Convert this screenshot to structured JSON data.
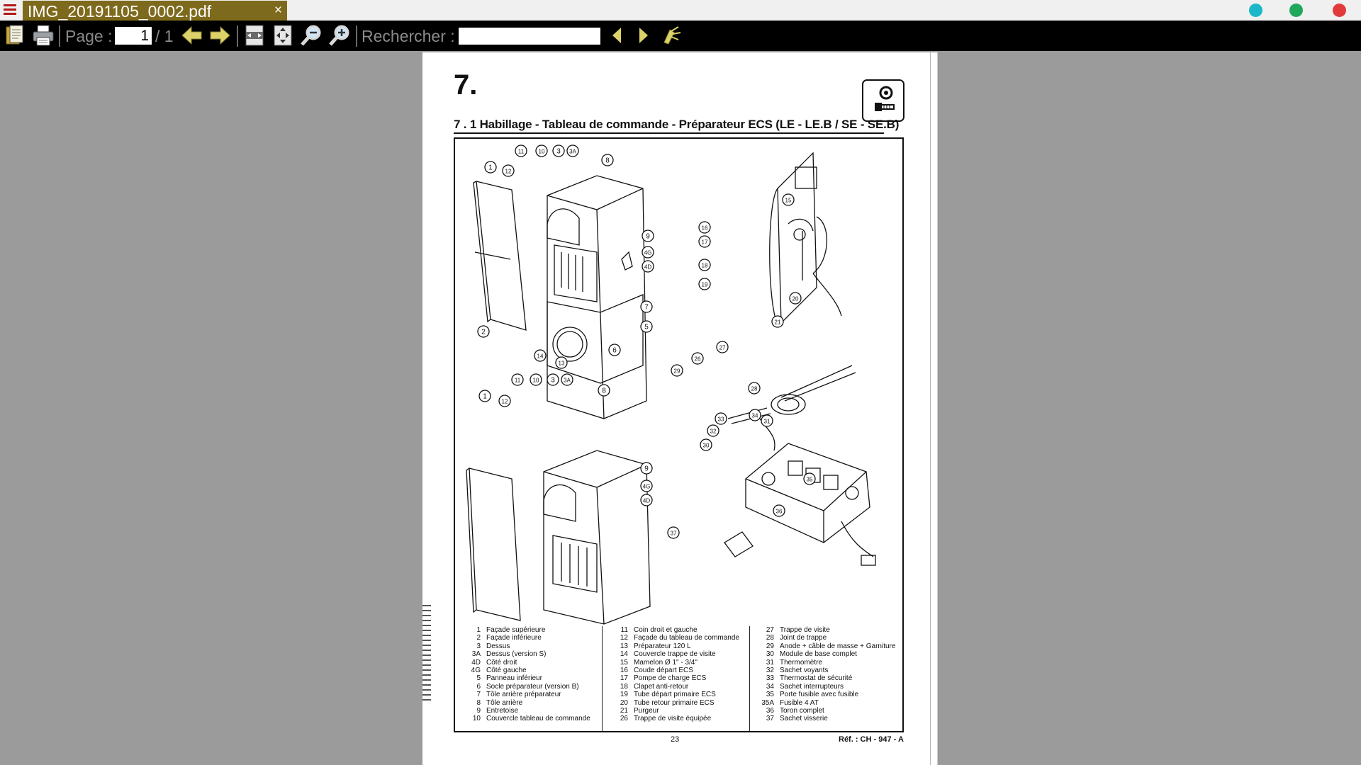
{
  "tab": {
    "title": "IMG_20191105_0002.pdf",
    "close": "×"
  },
  "toolbar": {
    "page_label": "Page :",
    "page_value": "1",
    "page_total": "/ 1",
    "search_label": "Rechercher :",
    "search_value": ""
  },
  "icons": {
    "menu": "hamburger-menu-icon",
    "open": "open-document-icon",
    "print": "print-icon",
    "prev": "previous-page-icon",
    "next": "next-page-icon",
    "fit_width": "fit-width-icon",
    "fit_page": "fit-page-icon",
    "zoom_out": "zoom-out-icon",
    "zoom_in": "zoom-in-icon",
    "search_prev": "search-previous-icon",
    "search_next": "search-next-icon",
    "highlight": "highlight-icon"
  },
  "colors": {
    "tab": "#7e6a1c",
    "min": "#1cb8c9",
    "max": "#1fa85c",
    "close": "#e23a3a",
    "arrow": "#e0d66a"
  },
  "document": {
    "chapter": "7.",
    "section": "7 . 1  Habillage - Tableau de commande - Préparateur ECS (LE - LE.B / SE - SE.B)",
    "page_number": "23",
    "reference": "Réf. : CH - 947 - A",
    "legend": {
      "col1": [
        {
          "n": "1",
          "t": "Façade supérieure"
        },
        {
          "n": "2",
          "t": "Façade inférieure"
        },
        {
          "n": "3",
          "t": "Dessus"
        },
        {
          "n": "3A",
          "t": "Dessus (version S)"
        },
        {
          "n": "4D",
          "t": "Côté droit"
        },
        {
          "n": "4G",
          "t": "Côté gauche"
        },
        {
          "n": "5",
          "t": "Panneau inférieur"
        },
        {
          "n": "6",
          "t": "Socle préparateur (version B)"
        },
        {
          "n": "7",
          "t": "Tôle arrière préparateur"
        },
        {
          "n": "8",
          "t": "Tôle arrière"
        },
        {
          "n": "9",
          "t": "Entretoise"
        },
        {
          "n": "10",
          "t": "Couvercle tableau de commande"
        }
      ],
      "col2": [
        {
          "n": "11",
          "t": "Coin droit et gauche"
        },
        {
          "n": "12",
          "t": "Façade du tableau de commande"
        },
        {
          "n": "13",
          "t": "Préparateur 120 L"
        },
        {
          "n": "14",
          "t": "Couvercle trappe de visite"
        },
        {
          "n": "15",
          "t": "Mamelon Ø 1\" - 3/4\""
        },
        {
          "n": "16",
          "t": "Coude départ ECS"
        },
        {
          "n": "17",
          "t": "Pompe de charge ECS"
        },
        {
          "n": "18",
          "t": "Clapet anti-retour"
        },
        {
          "n": "19",
          "t": "Tube départ primaire ECS"
        },
        {
          "n": "20",
          "t": "Tube retour primaire ECS"
        },
        {
          "n": "21",
          "t": "Purgeur"
        },
        {
          "n": "26",
          "t": "Trappe de visite équipée"
        }
      ],
      "col3": [
        {
          "n": "27",
          "t": "Trappe de visite"
        },
        {
          "n": "28",
          "t": "Joint de trappe"
        },
        {
          "n": "29",
          "t": "Anode + câble de masse + Garniture"
        },
        {
          "n": "30",
          "t": "Module de base complet"
        },
        {
          "n": "31",
          "t": "Thermomètre"
        },
        {
          "n": "32",
          "t": "Sachet voyants"
        },
        {
          "n": "33",
          "t": "Thermostat de sécurité"
        },
        {
          "n": "34",
          "t": "Sachet interrupteurs"
        },
        {
          "n": "35",
          "t": "Porte fusible avec fusible"
        },
        {
          "n": "35A",
          "t": "Fusible 4 AT"
        },
        {
          "n": "36",
          "t": "Toron complet"
        },
        {
          "n": "37",
          "t": "Sachet visserie"
        }
      ]
    },
    "callouts": [
      "1",
      "2",
      "3",
      "3A",
      "4D",
      "4G",
      "5",
      "6",
      "7",
      "8",
      "9",
      "10",
      "11",
      "12",
      "13",
      "14",
      "15",
      "16",
      "17",
      "18",
      "19",
      "20",
      "21",
      "26",
      "27",
      "28",
      "29",
      "30",
      "31",
      "32",
      "33",
      "34",
      "35",
      "36",
      "37"
    ]
  }
}
